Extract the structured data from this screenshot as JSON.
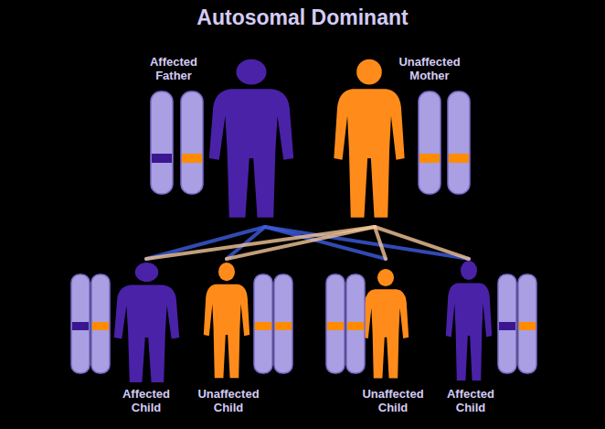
{
  "diagram": {
    "title": "Autosomal Dominant",
    "nodes": [
      {
        "text": [
          "Affected Father"
        ]
      },
      {
        "text": [
          "Unaffected Mother"
        ]
      },
      {
        "text": [
          "Affected Child"
        ]
      },
      {
        "text": [
          "Unaffected Child"
        ]
      },
      {
        "text": [
          "Unaffected Child"
        ]
      },
      {
        "text": [
          "Affected Child"
        ]
      }
    ],
    "edges": [
      {
        "from": 0,
        "to": 2,
        "arrow": "none"
      },
      {
        "from": 0,
        "to": 3,
        "arrow": "none"
      },
      {
        "from": 0,
        "to": 4,
        "arrow": "none"
      },
      {
        "from": 0,
        "to": 5,
        "arrow": "none"
      },
      {
        "from": 1,
        "to": 2,
        "arrow": "none"
      },
      {
        "from": 1,
        "to": 3,
        "arrow": "none"
      },
      {
        "from": 1,
        "to": 4,
        "arrow": "none"
      },
      {
        "from": 1,
        "to": 5,
        "arrow": "none"
      }
    ]
  }
}
